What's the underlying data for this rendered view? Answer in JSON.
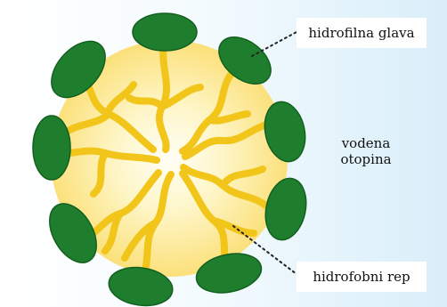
{
  "labels": {
    "head": "hidrofilna glava",
    "water_line1": "vodena",
    "water_line2": "otopina",
    "tail": "hidrofobni rep"
  },
  "colors": {
    "head_fill": "#1e7d2e",
    "head_edge": "#0f5a1c",
    "tail": "#f2c51a",
    "core_center": "#fffdf0",
    "core_edge": "#fbe27c",
    "leader": "#222222"
  }
}
